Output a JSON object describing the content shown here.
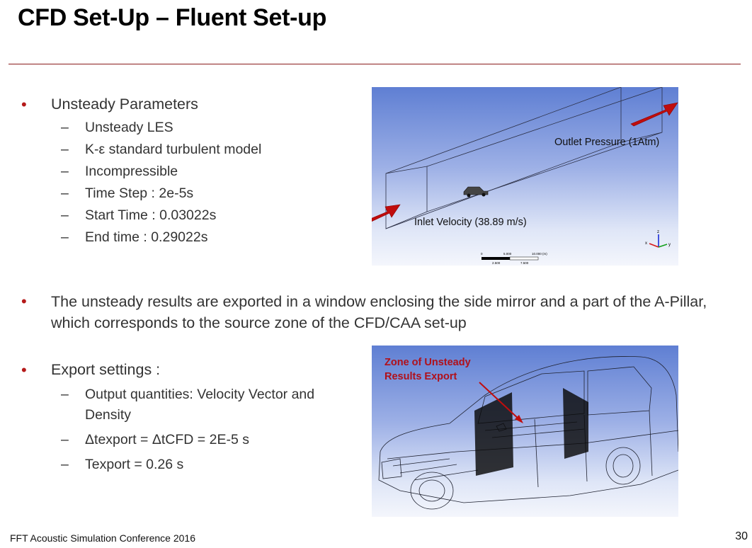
{
  "slide": {
    "title": "CFD Set-Up – Fluent Set-up",
    "footer": "FFT Acoustic Simulation Conference 2016",
    "page_number": "30"
  },
  "section1": {
    "heading": "Unsteady Parameters",
    "items": [
      "Unsteady LES",
      "K-ε standard turbulent model",
      "Incompressible",
      "Time Step : 2e-5s",
      "Start Time : 0.03022s",
      "End time : 0.29022s"
    ]
  },
  "section2": {
    "text": "The unsteady results are exported in a window enclosing the side mirror and a part of the A-Pillar, which corresponds to the source zone of the CFD/CAA set-up"
  },
  "section3": {
    "heading": "Export settings :",
    "items": [
      "Output quantities: Velocity Vector and Density",
      "Δtexport = ΔtCFD = 2E-5 s",
      "Texport = 0.26 s"
    ]
  },
  "figure1": {
    "outlet_label": "Outlet Pressure (1Atm)",
    "inlet_label": "Inlet Velocity (38.89 m/s)",
    "scale_top": [
      "0",
      "5.000",
      "10.000 (m)"
    ],
    "scale_bottom": [
      "2.500",
      "7.500"
    ],
    "axis_labels": [
      "z",
      "x",
      "y"
    ]
  },
  "figure2": {
    "zone_label": "Zone of Unsteady Results Export"
  },
  "colors": {
    "accent_red": "#b51a1a",
    "arrow_red": "#c00d0d",
    "rule": "#8b1c1c"
  }
}
